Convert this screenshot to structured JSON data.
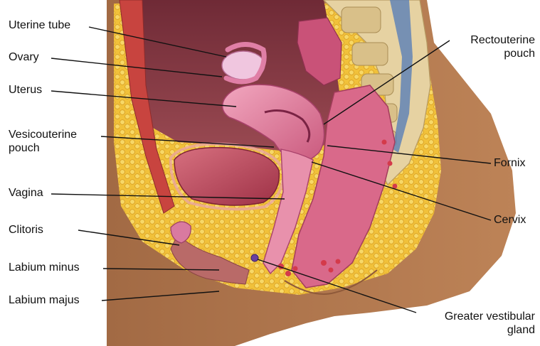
{
  "labels": {
    "uterine_tube": "Uterine tube",
    "ovary": "Ovary",
    "uterus": "Uterus",
    "vesicouterine_1": "Vesicouterine",
    "vesicouterine_2": "pouch",
    "vagina": "Vagina",
    "clitoris": "Clitoris",
    "labium_minus": "Labium minus",
    "labium_majus": "Labium majus",
    "rectouterine_1": "Rectouterine",
    "rectouterine_2": "pouch",
    "fornix": "Fornix",
    "cervix": "Cervix",
    "greater_vestibular_1": "Greater vestibular",
    "greater_vestibular_2": "gland"
  },
  "colors": {
    "skin": "#b27a52",
    "fat": "#f3c33c",
    "uterus": "#e58aa6",
    "bladder": "#c04a5e",
    "rectum": "#d9698a",
    "bone": "#e8d6a8",
    "leader": "#111111"
  }
}
